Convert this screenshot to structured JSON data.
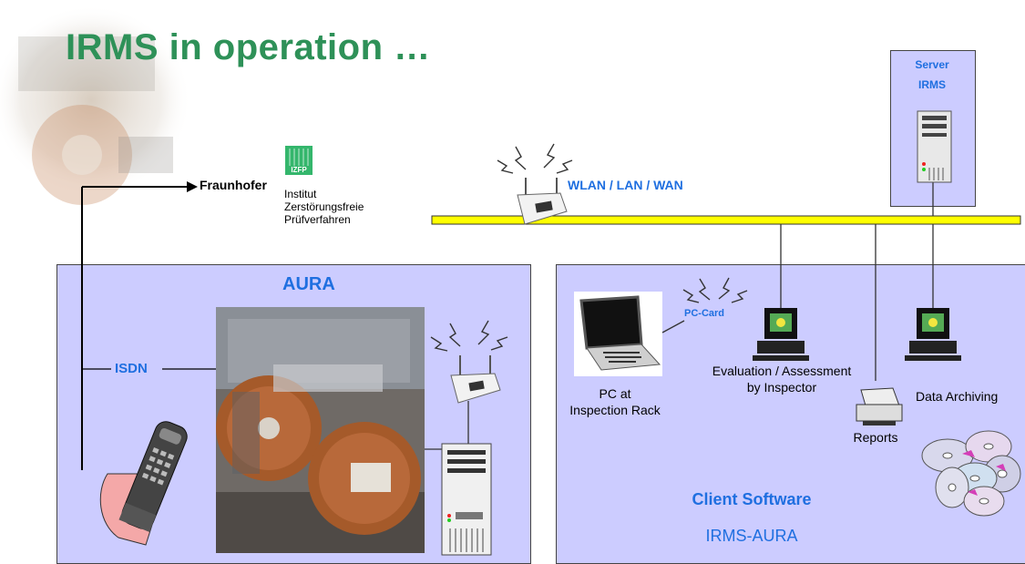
{
  "slide": {
    "title": "IRMS in operation …"
  },
  "network": {
    "label": "WLAN / LAN / WAN"
  },
  "server": {
    "line1": "Server",
    "line2": "IRMS"
  },
  "fraunhofer": {
    "brand": "Fraunhofer",
    "badge": "IZFP",
    "line1": "Institut",
    "line2": "Zerstörungsfreie",
    "line3": "Prüfverfahren"
  },
  "aura_panel": {
    "title": "AURA",
    "isdn": "ISDN"
  },
  "client_panel": {
    "pc_card": "PC-Card",
    "pc_line1": "PC at",
    "pc_line2": "Inspection Rack",
    "eval_line1": "Evaluation / Assessment",
    "eval_line2": "by Inspector",
    "reports": "Reports",
    "archiving": "Data Archiving",
    "software": "Client Software",
    "product": "IRMS-AURA"
  },
  "colors": {
    "title": "#2e9158",
    "panel": "#ccccff",
    "accent_blue": "#1f6fe0",
    "network_bar": "#ffff00"
  }
}
